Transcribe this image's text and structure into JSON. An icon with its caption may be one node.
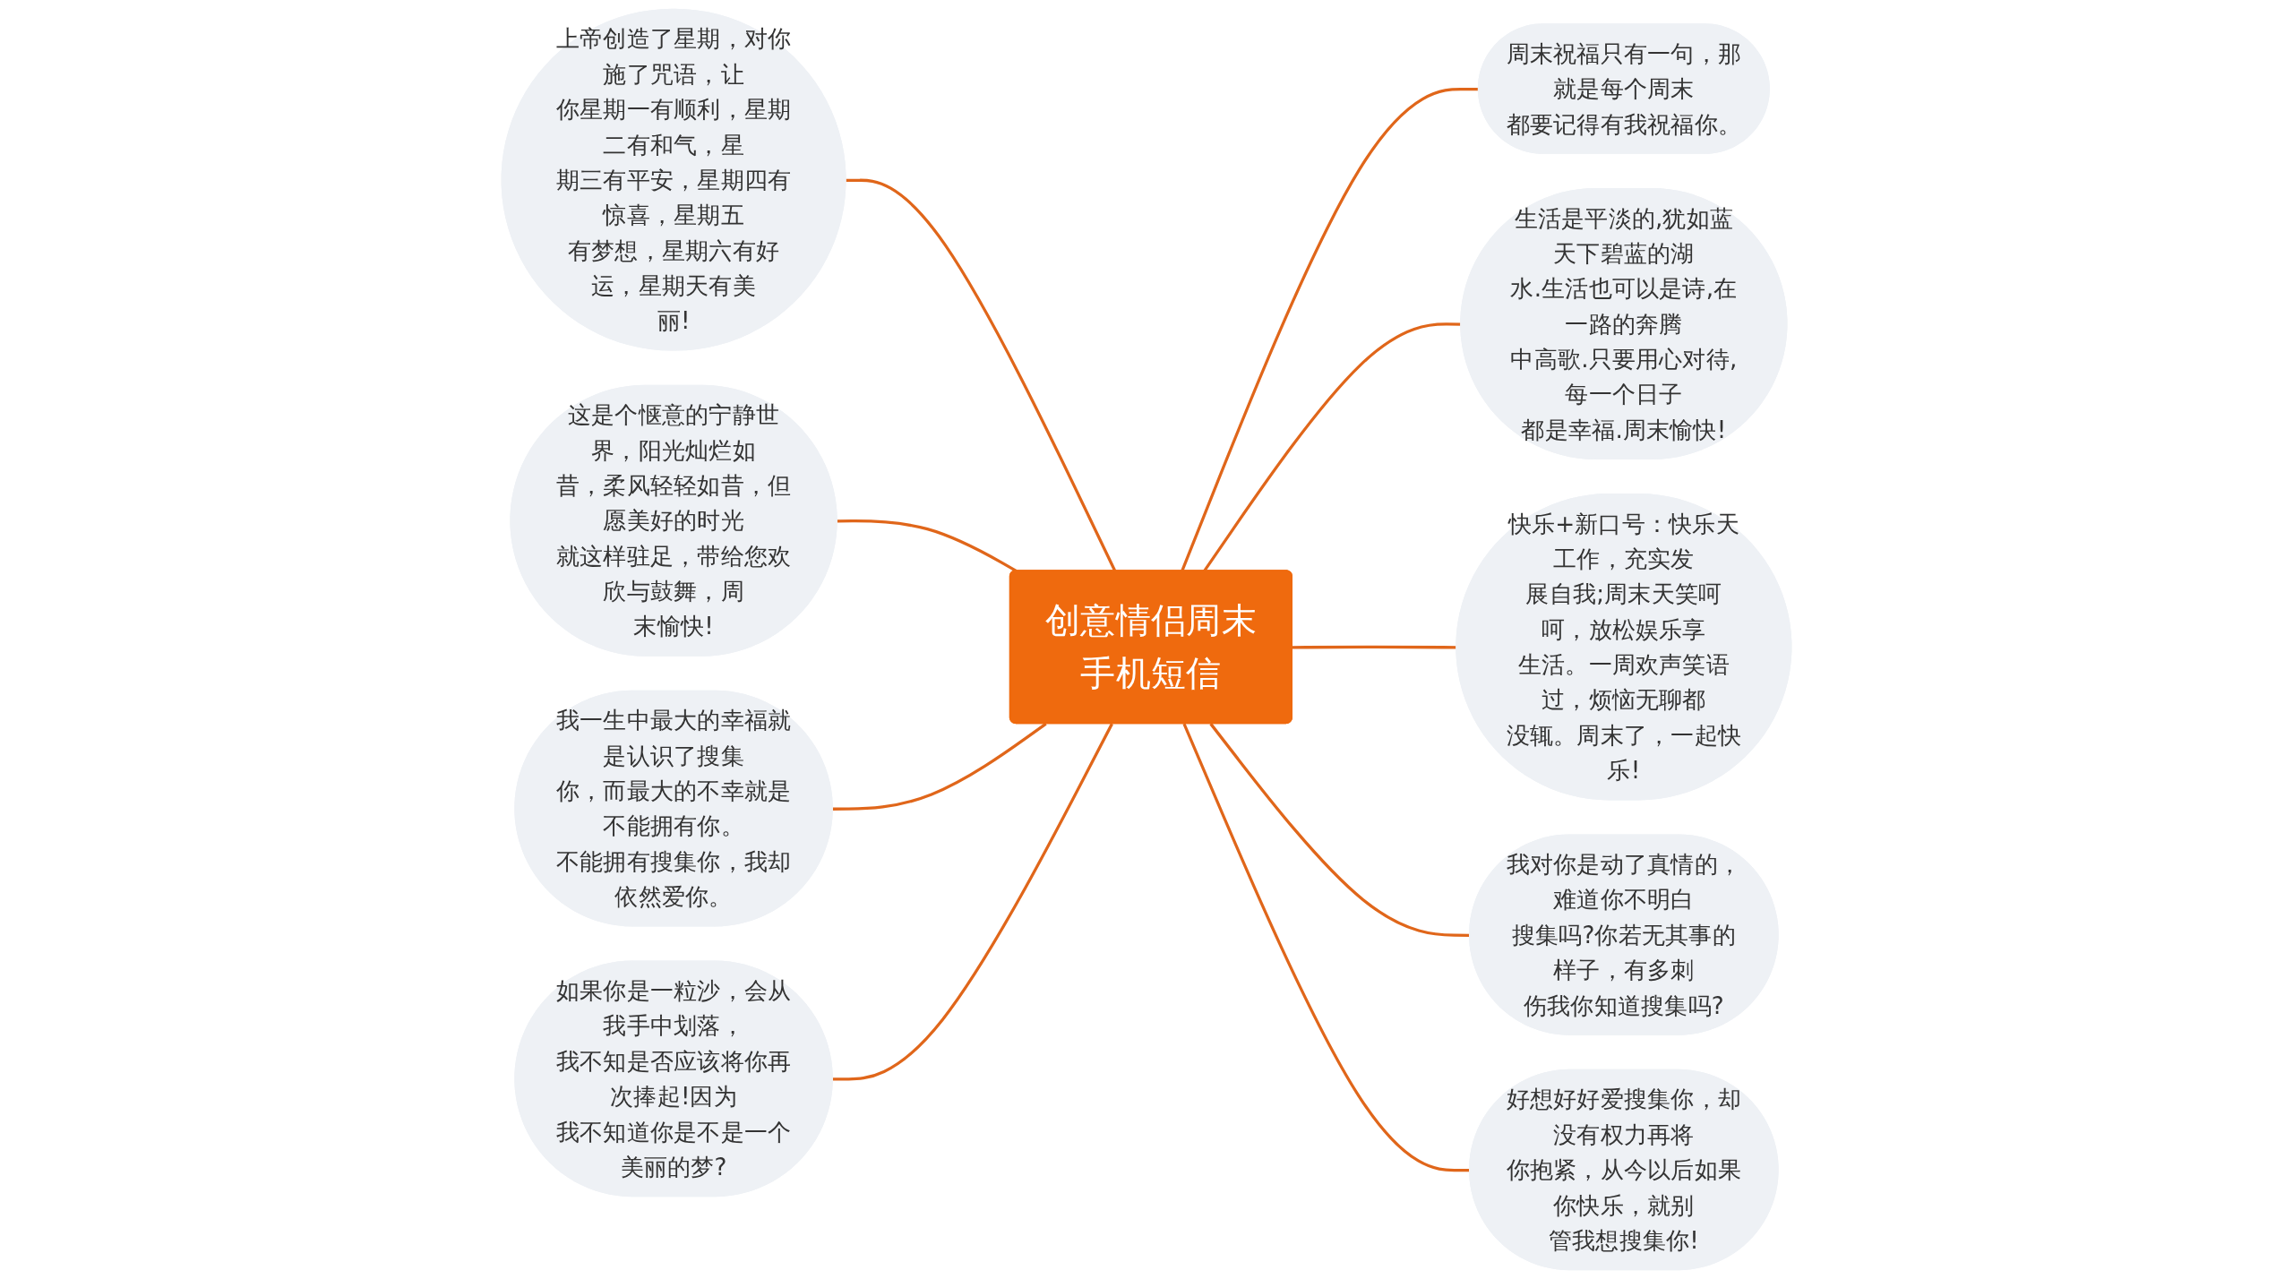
{
  "diagram": {
    "nodes": [
      {
        "text": [
          "创意情侣周末手机短信"
        ]
      },
      {
        "text": [
          "周末祝福只有一句，那就是每个周末都要记得有我祝福你。"
        ]
      },
      {
        "text": [
          "生活是平淡的,犹如蓝天下碧蓝的湖水.生活也可以是诗,在一路的奔腾中高歌.只要用心对待,每一个日子都是幸福.周末愉快!"
        ]
      },
      {
        "text": [
          "快乐+新口号：快乐天工作，充实发展自我;周末天笑呵呵，放松娱乐享生活。一周欢声笑语过，烦恼无聊都没辄。周末了，一起快乐!"
        ]
      },
      {
        "text": [
          "我对你是动了真情的，难道你不明白搜集吗?你若无其事的样子，有多刺伤我你知道搜集吗?"
        ]
      },
      {
        "text": [
          "好想好好爱搜集你，却没有权力再将你抱紧，从今以后如果你快乐，就别管我想搜集你!"
        ]
      },
      {
        "text": [
          "上帝创造了星期，对你施了咒语，让你星期一有顺利，星期二有和气，星期三有平安，星期四有惊喜，星期五有梦想，星期六有好运，星期天有美丽!"
        ]
      },
      {
        "text": [
          "这是个惬意的宁静世界，阳光灿烂如昔，柔风轻轻如昔，但愿美好的时光就这样驻足，带给您欢欣与鼓舞，周末愉快!"
        ]
      },
      {
        "text": [
          "我一生中最大的幸福就是认识了搜集你，而最大的不幸就是不能拥有你。不能拥有搜集你，我却依然爱你。"
        ]
      },
      {
        "text": [
          "如果你是一粒沙，会从我手中划落，我不知是否应该将你再次捧起!因为我不知道你是不是一个美丽的梦?"
        ]
      }
    ],
    "edges": [
      {
        "from": 0,
        "to": 1,
        "arrow": "none"
      },
      {
        "from": 0,
        "to": 2,
        "arrow": "none"
      },
      {
        "from": 0,
        "to": 3,
        "arrow": "none"
      },
      {
        "from": 0,
        "to": 4,
        "arrow": "none"
      },
      {
        "from": 0,
        "to": 5,
        "arrow": "none"
      },
      {
        "from": 6,
        "to": 0,
        "arrow": "none"
      },
      {
        "from": 7,
        "to": 0,
        "arrow": "none"
      },
      {
        "from": 8,
        "to": 0,
        "arrow": "none"
      },
      {
        "from": 9,
        "to": 0,
        "arrow": "none"
      }
    ]
  }
}
